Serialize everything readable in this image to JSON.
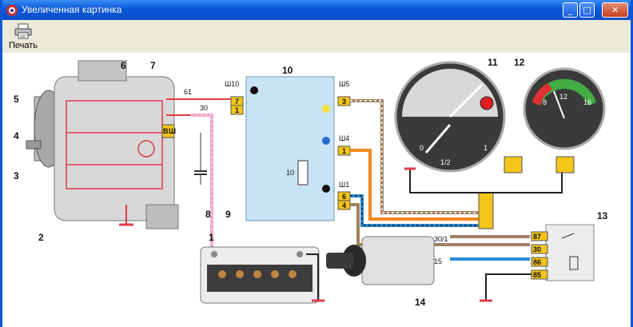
{
  "window": {
    "title": "Увеличенная картинка",
    "minimize_glyph": "_",
    "maximize_glyph": "□",
    "close_glyph": "✕"
  },
  "toolbar": {
    "print_label": "Печать",
    "print_icon": "printer-icon"
  },
  "diagram": {
    "callouts": [
      "1",
      "2",
      "3",
      "4",
      "5",
      "6",
      "7",
      "8",
      "9",
      "10",
      "11",
      "12",
      "13",
      "14"
    ],
    "wire_labels": {
      "w61": "61",
      "w30": "30",
      "sh10": "Ш10",
      "sh5": "Ш5",
      "sh4": "Ш4",
      "sh1": "Ш1",
      "resistor": "10",
      "regulator_b": "B",
      "regulator_sh": "Ш"
    },
    "block10_pins": [
      "7",
      "1",
      "3",
      "1",
      "6",
      "4"
    ],
    "gauge11": {
      "scale_0": "0",
      "scale_half": "1/2",
      "scale_1": "1"
    },
    "gauge12": {
      "scale_8": "8",
      "scale_12": "12",
      "scale_16": "16"
    },
    "relay13_pins": [
      "87",
      "30",
      "86",
      "85"
    ],
    "switch14": {
      "pin_top": "30/1",
      "pin_bottom": "15"
    }
  },
  "colors": {
    "titlebar": "#0856d8",
    "frame": "#ece9d8",
    "wire_red": "#e03a4a",
    "wire_pink": "#f0a6c8",
    "wire_orange": "#f08a1e",
    "wire_blue": "#2a8ad8",
    "wire_brown": "#a08060",
    "block_fill": "#c8e4f4",
    "connector": "#f4c418"
  }
}
